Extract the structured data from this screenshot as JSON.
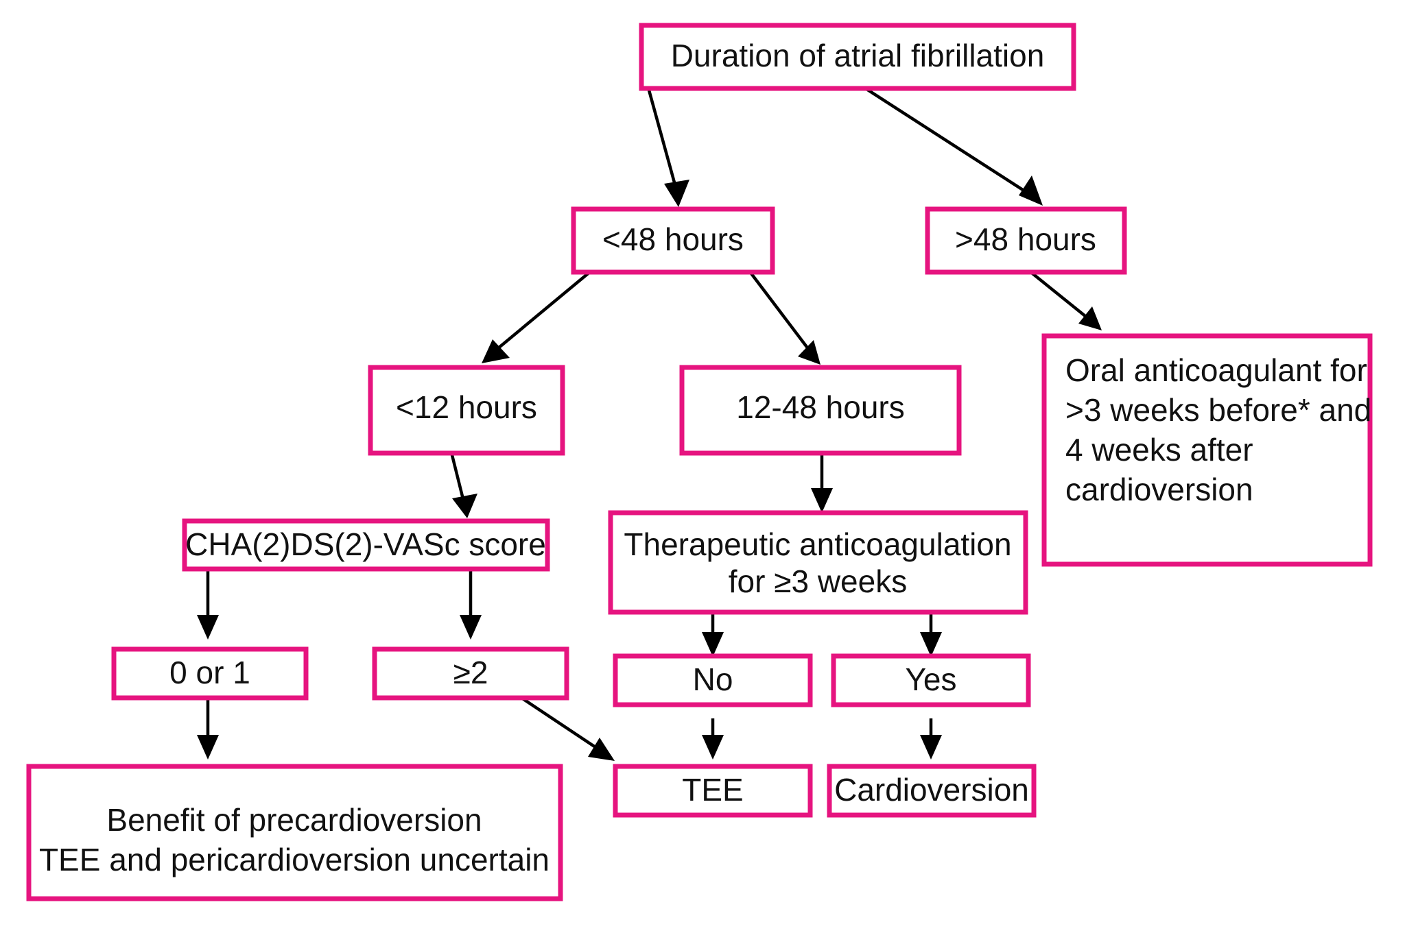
{
  "diagram": {
    "title_node": "Duration of atrial fibrillation",
    "accent_color": "#E6147F",
    "line_color": "#000000",
    "background_color": "#FFFFFF",
    "nodes": [
      {
        "id": "duration",
        "label": "Duration of atrial fibrillation",
        "lines": [
          "Duration of atrial fibrillation"
        ]
      },
      {
        "id": "lt48",
        "label": "<48 hours",
        "lines": [
          "<48 hours"
        ]
      },
      {
        "id": "gt48",
        "label": ">48 hours",
        "lines": [
          ">48 hours"
        ]
      },
      {
        "id": "lt12",
        "label": "<12 hours",
        "lines": [
          "<12 hours"
        ]
      },
      {
        "id": "h12to48",
        "label": "12-48 hours",
        "lines": [
          "12-48 hours"
        ]
      },
      {
        "id": "oral_ac",
        "label": "Oral anticoagulant for >3 weeks before* and 4 weeks after cardioversion",
        "lines": [
          "Oral anticoagulant for",
          ">3 weeks before* and",
          "4 weeks after",
          "cardioversion"
        ]
      },
      {
        "id": "chads",
        "label": "CHA(2)DS(2)-VASc score",
        "lines": [
          "CHA(2)DS(2)-VASc score"
        ]
      },
      {
        "id": "therapeutic_ac",
        "label": "Therapeutic anticoagulation for ≥3 weeks",
        "lines": [
          "Therapeutic anticoagulation",
          "for ≥3 weeks"
        ]
      },
      {
        "id": "score0or1",
        "label": "0 or 1",
        "lines": [
          "0 or 1"
        ]
      },
      {
        "id": "score2plus",
        "label": "≥2",
        "lines": [
          "≥2"
        ]
      },
      {
        "id": "no",
        "label": "No",
        "lines": [
          "No"
        ]
      },
      {
        "id": "yes",
        "label": "Yes",
        "lines": [
          "Yes"
        ]
      },
      {
        "id": "benefit",
        "label": "Benefit of precardioversion TEE and pericardioversion uncertain",
        "lines": [
          "Benefit of precardioversion",
          "TEE and pericardioversion uncertain"
        ]
      },
      {
        "id": "tee",
        "label": "TEE",
        "lines": [
          "TEE"
        ]
      },
      {
        "id": "cardioversion",
        "label": "Cardioversion",
        "lines": [
          "Cardioversion"
        ]
      }
    ],
    "edges": [
      {
        "from": "duration",
        "to": "lt48"
      },
      {
        "from": "duration",
        "to": "gt48"
      },
      {
        "from": "lt48",
        "to": "lt12"
      },
      {
        "from": "lt48",
        "to": "h12to48"
      },
      {
        "from": "gt48",
        "to": "oral_ac"
      },
      {
        "from": "lt12",
        "to": "chads"
      },
      {
        "from": "h12to48",
        "to": "therapeutic_ac"
      },
      {
        "from": "chads",
        "to": "score0or1"
      },
      {
        "from": "chads",
        "to": "score2plus"
      },
      {
        "from": "therapeutic_ac",
        "to": "no"
      },
      {
        "from": "therapeutic_ac",
        "to": "yes"
      },
      {
        "from": "score0or1",
        "to": "benefit"
      },
      {
        "from": "score2plus",
        "to": "tee"
      },
      {
        "from": "no",
        "to": "tee"
      },
      {
        "from": "yes",
        "to": "cardioversion"
      }
    ]
  }
}
